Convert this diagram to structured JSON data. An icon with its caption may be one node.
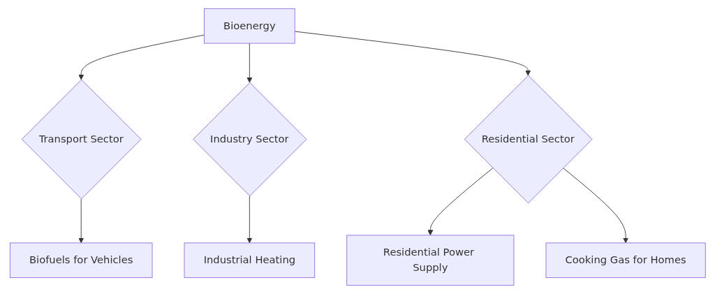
{
  "diagram": {
    "nodes": [
      {
        "text": [
          "Bioenergy"
        ]
      },
      {
        "text": [
          "Transport Sector"
        ]
      },
      {
        "text": [
          "Industry Sector"
        ]
      },
      {
        "text": [
          "Residential Sector"
        ]
      },
      {
        "text": [
          "Biofuels for Vehicles"
        ]
      },
      {
        "text": [
          "Industrial Heating"
        ]
      },
      {
        "text": [
          "Residential Power Supply"
        ]
      },
      {
        "text": [
          "Cooking Gas for Homes"
        ]
      }
    ],
    "edges": [
      {
        "from": 0,
        "to": 1,
        "arrow": "to"
      },
      {
        "from": 0,
        "to": 2,
        "arrow": "to"
      },
      {
        "from": 0,
        "to": 3,
        "arrow": "to"
      },
      {
        "from": 1,
        "to": 4,
        "arrow": "to"
      },
      {
        "from": 2,
        "to": 5,
        "arrow": "to"
      },
      {
        "from": 3,
        "to": 6,
        "arrow": "to"
      },
      {
        "from": 3,
        "to": 7,
        "arrow": "to"
      }
    ]
  }
}
